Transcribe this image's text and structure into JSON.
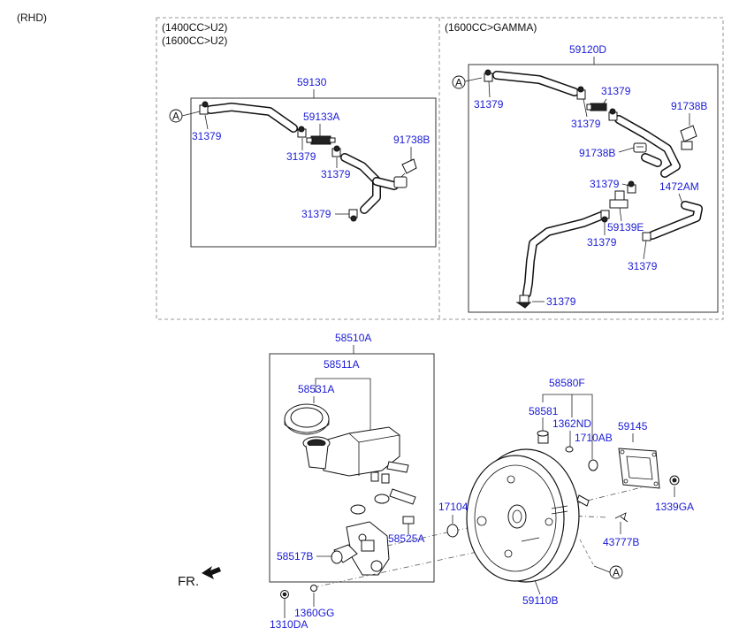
{
  "page_note": "(RHD)",
  "panel_left": {
    "header_line1": "(1400CC>U2)",
    "header_line2": "(1600CC>U2)",
    "title": "59130",
    "ref_a": "A",
    "labels": {
      "clamp_1": "31379",
      "connector": "59133A",
      "clamp_2": "31379",
      "clamp_3": "31379",
      "bracket": "91738B",
      "clamp_4": "31379"
    }
  },
  "panel_right": {
    "header": "(1600CC>GAMMA)",
    "title": "59120D",
    "ref_a": "A",
    "labels": {
      "clamp_1": "31379",
      "clamp_2": "31379",
      "clamp_3": "31379",
      "bracket_1": "91738B",
      "bracket_2": "91738B",
      "clamp_4": "31379",
      "hose": "1472AM",
      "check_valve": "59139E",
      "clamp_5": "31379",
      "clamp_6": "31379",
      "clamp_7": "31379"
    }
  },
  "master_cyl": {
    "assy": "58510A",
    "reservoir": "58511A",
    "cap": "58531A",
    "seal": "58525A",
    "cylinder": "58517B"
  },
  "booster": {
    "check_valve_kit": "58580F",
    "valve": "58581",
    "grommet": "1362ND",
    "clip": "1710AB",
    "gasket": "59145",
    "nut": "1339GA",
    "oring": "17104",
    "pin": "43777B",
    "booster_assy": "59110B",
    "ref_a": "A",
    "nut_2": "1310DA",
    "washer": "1360GG"
  },
  "front_marker": "FR."
}
